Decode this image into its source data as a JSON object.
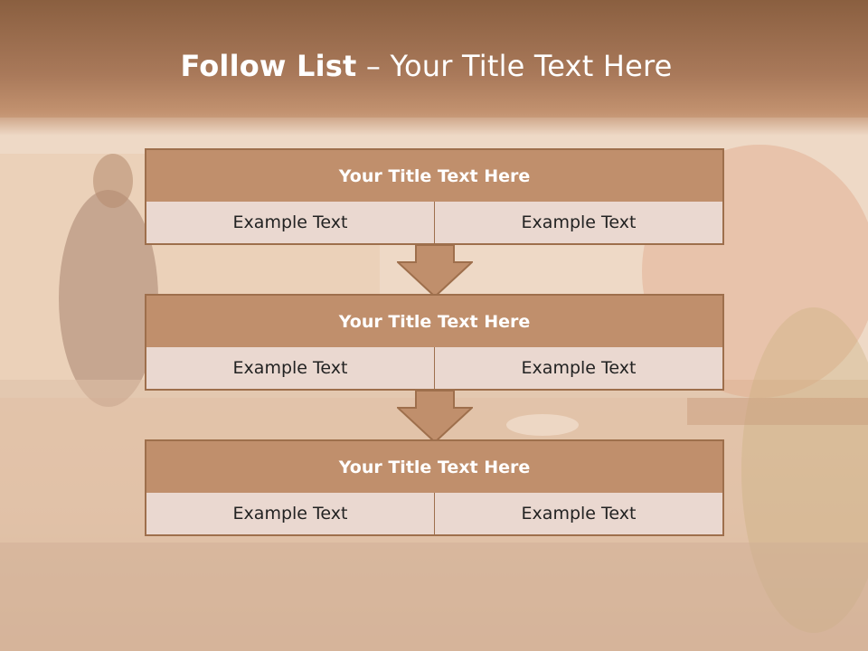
{
  "slide": {
    "title_bold": "Follow List",
    "title_rest": " – Your Title Text Here"
  },
  "steps": [
    {
      "title": "Your Title Text Here",
      "left": "Example Text",
      "right": "Example Text"
    },
    {
      "title": "Your Title Text Here",
      "left": "Example Text",
      "right": "Example Text"
    },
    {
      "title": "Your Title Text Here",
      "left": "Example Text",
      "right": "Example Text"
    }
  ],
  "colors": {
    "header_band": "#8a5f40",
    "box_head": "#c08f6c",
    "border": "#9e6f4c",
    "cell": "#ead8d0"
  },
  "icons": [
    "down-arrow-icon",
    "down-arrow-icon"
  ]
}
